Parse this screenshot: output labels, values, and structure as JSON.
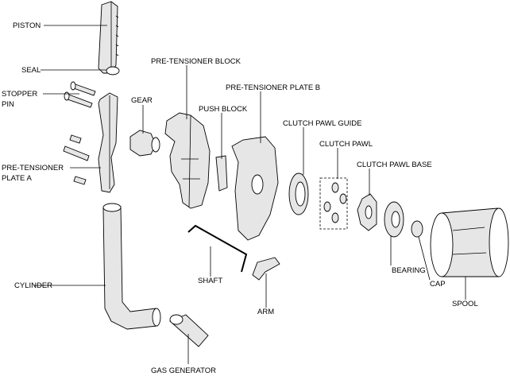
{
  "diagram": {
    "labels": {
      "piston": "PISTON",
      "seal": "SEAL",
      "stopper_pin_1": "STOPPER",
      "stopper_pin_2": "PIN",
      "gear": "GEAR",
      "pretensioner_block": "PRE-TENSIONER BLOCK",
      "push_block": "PUSH BLOCK",
      "pretensioner_plate_b": "PRE-TENSIONER PLATE B",
      "clutch_pawl_guide": "CLUTCH PAWL GUIDE",
      "clutch_pawl": "CLUTCH PAWL",
      "clutch_pawl_base": "CLUTCH PAWL BASE",
      "pretensioner_plate_a_1": "PRE-TENSIONER",
      "pretensioner_plate_a_2": "PLATE A",
      "cylinder": "CYLINDER",
      "shaft": "SHAFT",
      "arm": "ARM",
      "bearing": "BEARING",
      "cap": "CAP",
      "spool": "SPOOL",
      "gas_generator": "GAS GENERATOR"
    }
  }
}
